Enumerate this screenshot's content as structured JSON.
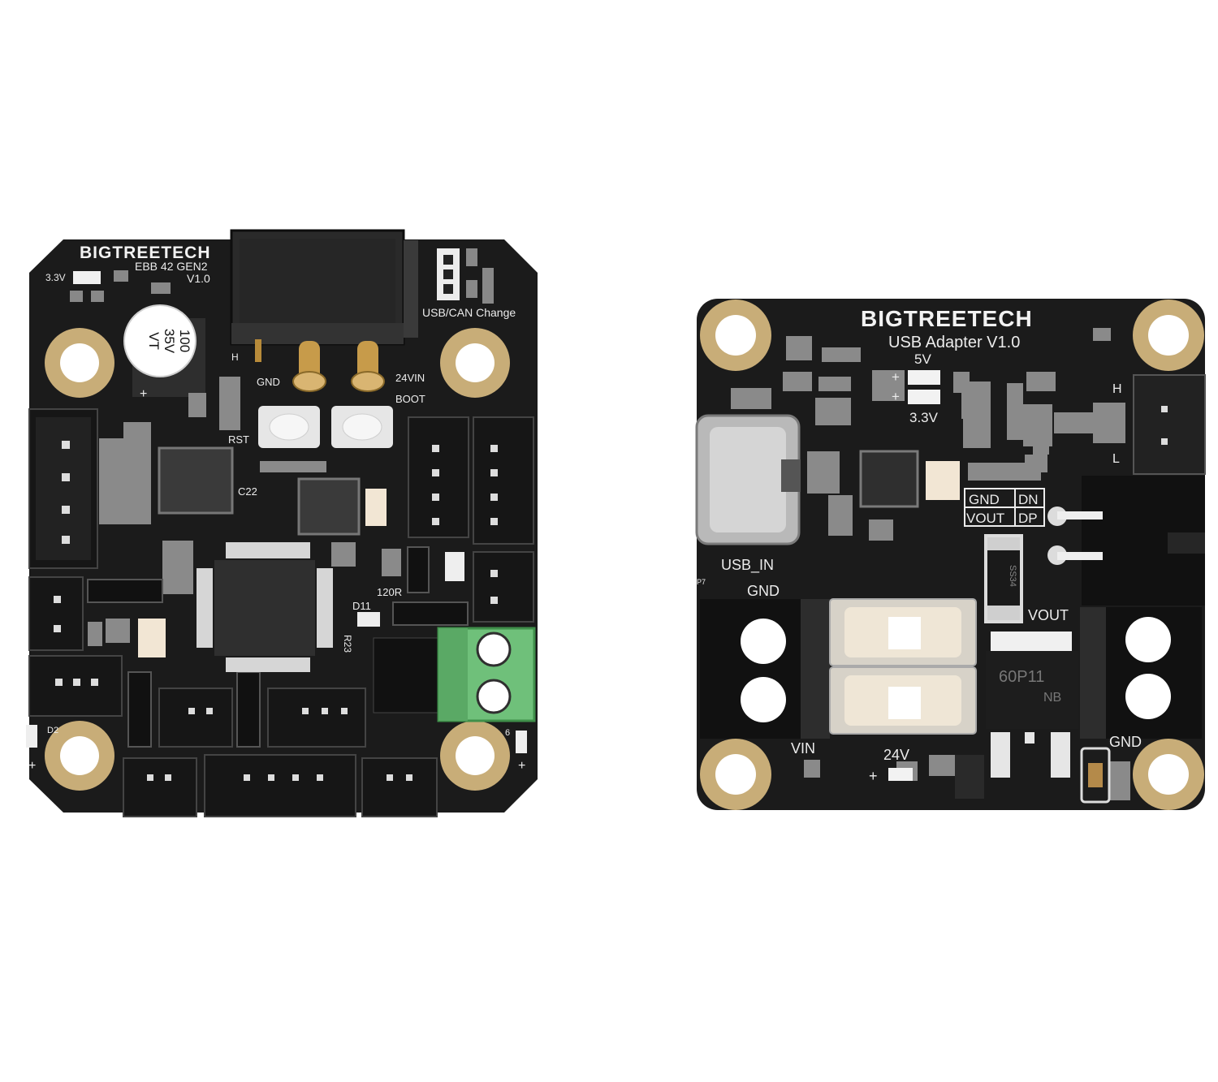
{
  "colors": {
    "background": "#ffffff",
    "pcb": "#1b1b1b",
    "silkscreen": "#ececec",
    "mounting_pad": "#c8ad78",
    "terminal_block": "#6fc07a",
    "fuse_body": "#efe6d6"
  },
  "ebb_board": {
    "brand": "BIGTREETECH",
    "model": "EBB 42 GEN2",
    "version": "V1.0",
    "led_label": "3.3V",
    "capacitor_lines": [
      "100",
      "35V",
      "VT"
    ],
    "capacitor_polarity": "+",
    "jumper_label": "USB/CAN Change",
    "gnd_label": "GND",
    "vin_label": "24VIN",
    "rst_label": "RST",
    "boot_label": "BOOT",
    "h_label": "H",
    "c22_label": "C22",
    "r120_label": "120R",
    "d11_label": "D11",
    "r23_label": "R23",
    "d2_label": "D2",
    "plus_left": "+",
    "plus_right": "+",
    "corner_mark": "6"
  },
  "usb_adapter": {
    "brand": "BIGTREETECH",
    "model": "USB Adapter V1.0",
    "v5_label": "5V",
    "v33_label": "3.3V",
    "plus_a": "+",
    "plus_b": "+",
    "h_label": "H",
    "l_label": "L",
    "gnd_box": "GND",
    "dn_box": "DN",
    "vout_box": "VOUT",
    "dp_box": "DP",
    "usb_in_label": "USB_IN",
    "gnd_top_label": "GND",
    "vout_label": "VOUT",
    "vin_label": "VIN",
    "v24_label": "24V",
    "plus_24v": "+",
    "gnd_bottom_label": "GND",
    "ss34": "SS34",
    "chip_code": "60P11",
    "chip_code2": "NB",
    "p7": "P7"
  }
}
